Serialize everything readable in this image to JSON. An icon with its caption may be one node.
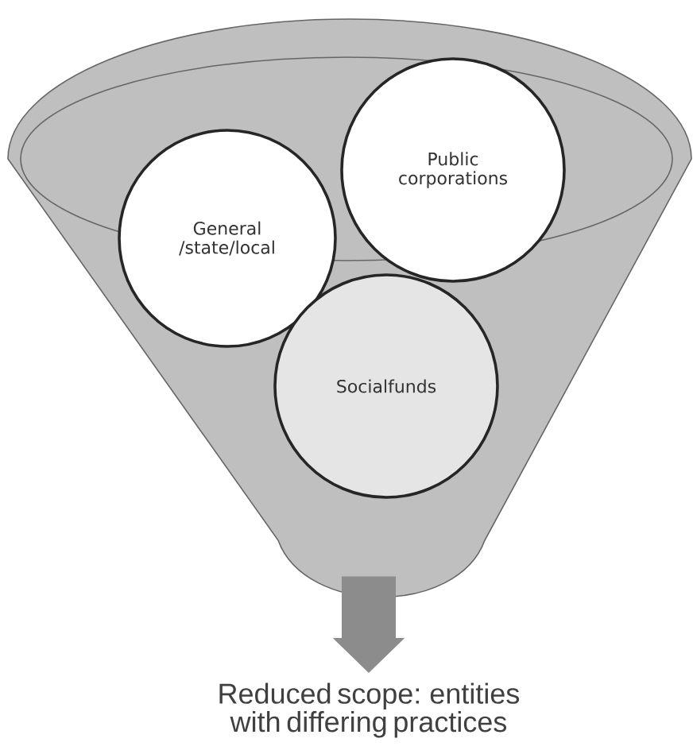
{
  "diagram": {
    "nodes": [
      {
        "text": [],
        "shape": "funnel"
      },
      {
        "text": [
          "General /state/local"
        ],
        "in": 0
      },
      {
        "text": [
          "Public corporations"
        ],
        "in": 0
      },
      {
        "text": [
          "Socialfunds"
        ],
        "in": 0
      },
      {
        "text": [
          "Reduced scope: entities with differing practices"
        ]
      }
    ],
    "edges": [
      {
        "from": 0,
        "to": 4,
        "arrow": "to"
      }
    ]
  }
}
